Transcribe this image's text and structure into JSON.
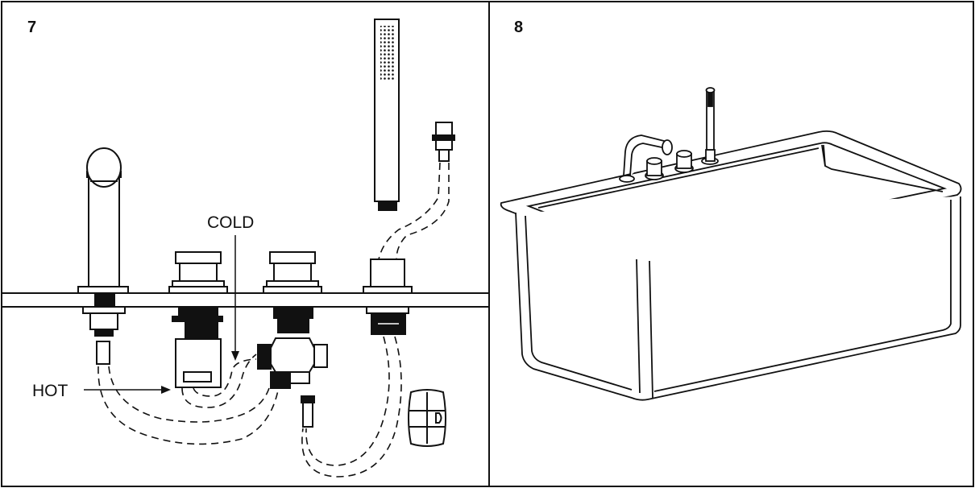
{
  "panels": [
    {
      "number": "7",
      "labels": {
        "cold": "COLD",
        "hot": "HOT"
      }
    },
    {
      "number": "8"
    }
  ],
  "colors": {
    "ink": "#111111",
    "background": "#ffffff"
  }
}
